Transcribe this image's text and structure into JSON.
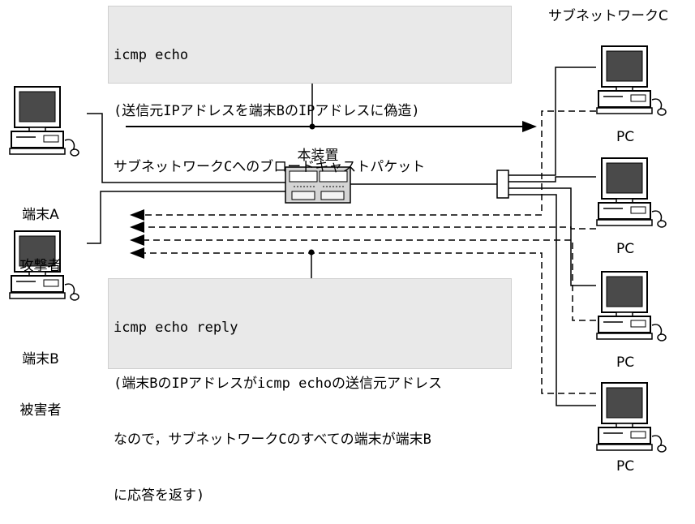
{
  "top_note": {
    "line1": "icmp echo",
    "line2": "(送信元IPアドレスを端末BのIPアドレスに偽造)",
    "line3": "サブネットワークCへのブロードキャストパケット"
  },
  "bottom_note": {
    "line1": "icmp echo reply",
    "line2": "(端末BのIPアドレスがicmp echoの送信元アドレス",
    "line3": "なので，サブネットワークCのすべての端末が端末B",
    "line4": "に応答を返す)"
  },
  "subnet_label": "サブネットワークC",
  "device_label": "本装置",
  "terminal_a": {
    "line1": "端末A",
    "line2": "攻撃者"
  },
  "terminal_b": {
    "line1": "端末B",
    "line2": "被害者"
  },
  "pc_labels": [
    "PC",
    "PC",
    "PC",
    "PC"
  ]
}
